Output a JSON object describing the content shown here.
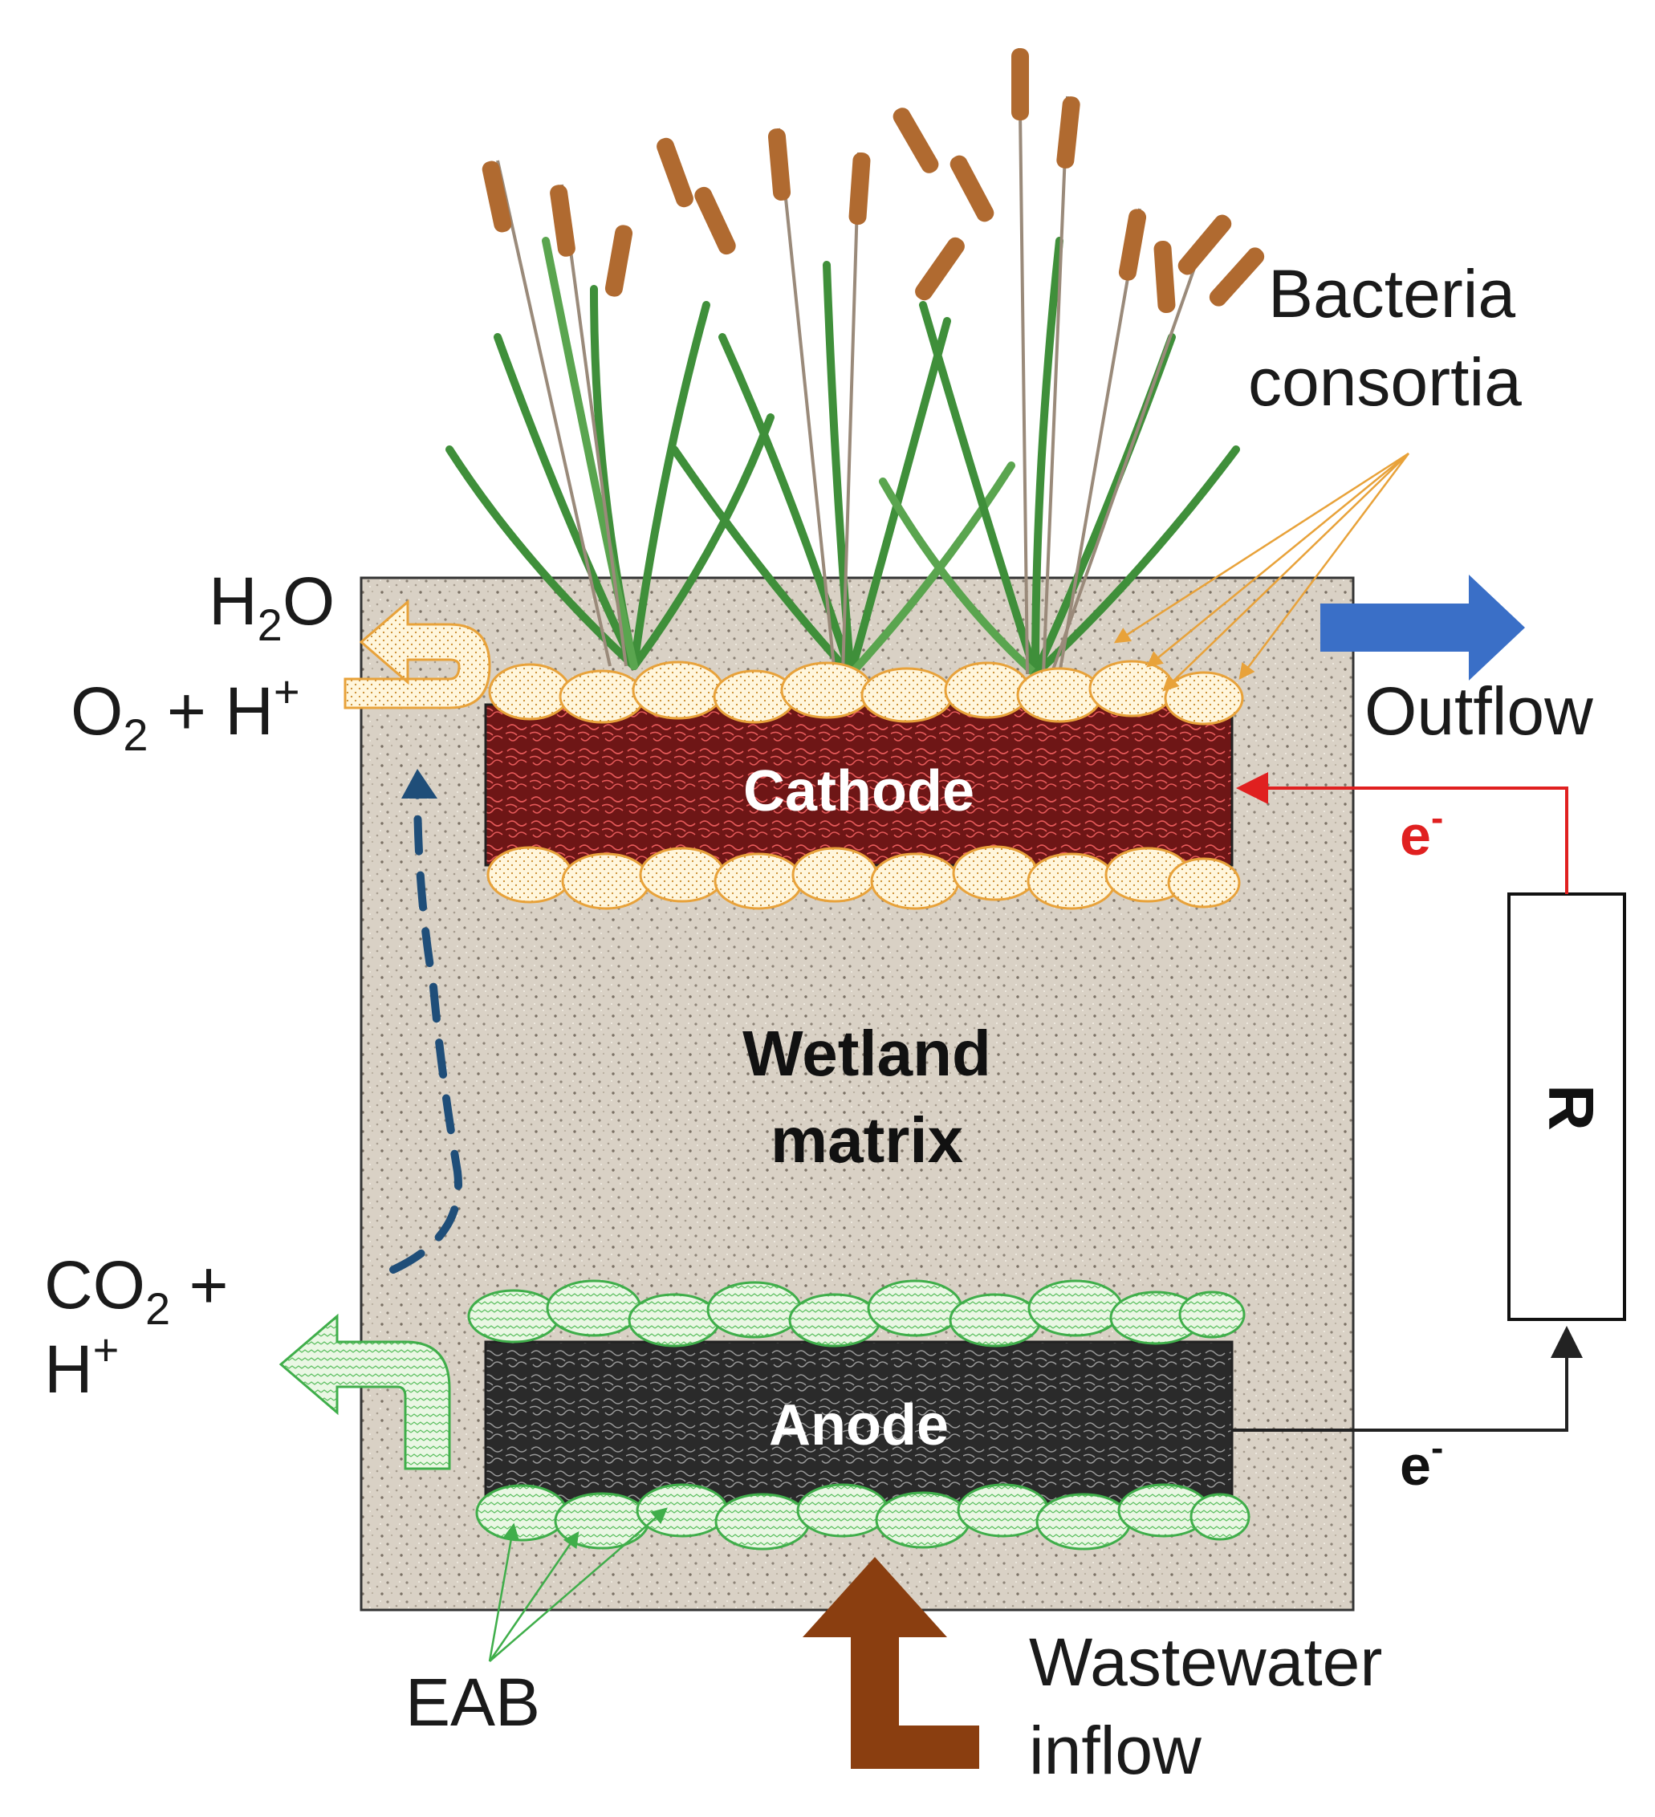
{
  "labels": {
    "bacteria_line1": "Bacteria",
    "bacteria_line2": "consortia",
    "h2o_main": "H",
    "h2o_sub": "2",
    "h2o_tail": "O",
    "o2_main": "O",
    "o2_sub": "2",
    "o2_tail": " + H",
    "o2_sup": "+",
    "outflow": "Outflow",
    "cathode": "Cathode",
    "e_top": "e",
    "e_top_sup": "-",
    "wetland_line1": "Wetland",
    "wetland_line2": "matrix",
    "resistor": "R",
    "co2_main": "CO",
    "co2_sub": "2",
    "co2_tail": " +",
    "h_plus_main": "H",
    "h_plus_sup": "+",
    "anode": "Anode",
    "e_bottom": "e",
    "e_bottom_sup": "-",
    "eab": "EAB",
    "wastewater_line1": "Wastewater",
    "wastewater_line2": "inflow"
  },
  "colors": {
    "matrix": "#d8d0c4",
    "cathode": "#7a1c1c",
    "anode": "#2e2e2e",
    "cathode_biofilm": "#fff6dc",
    "cathode_biofilm_edge": "#e8a23a",
    "anode_biofilm": "#e6f5e0",
    "anode_biofilm_edge": "#3fae4a",
    "outflow_arrow": "#3a6fc7",
    "inflow_arrow": "#8a3e10",
    "electron_top": "#e02020",
    "electron_bottom": "#222222",
    "proton_path": "#1f4e79",
    "plant_leaf": "#3f8f3a",
    "cattail": "#b06a30"
  }
}
